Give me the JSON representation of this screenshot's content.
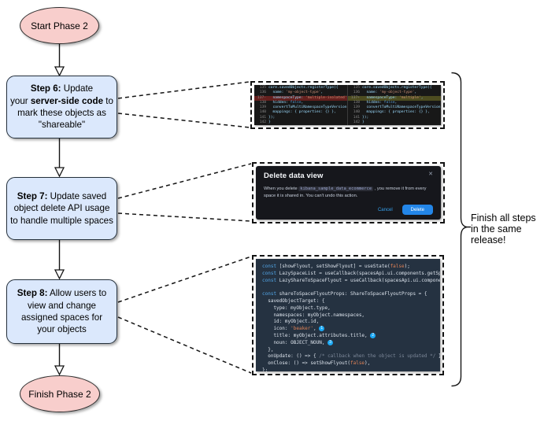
{
  "flow": {
    "start_label": "Start Phase 2",
    "finish_label": "Finish Phase 2",
    "steps": [
      {
        "lines": [
          {
            "pre": "",
            "bold": "Step 6:",
            "post": " Update"
          },
          {
            "pre": "your ",
            "bold": "server-side code",
            "post": " to"
          },
          {
            "pre": "mark these objects as",
            "bold": "",
            "post": ""
          },
          {
            "pre": "\"shareable\"",
            "bold": "",
            "post": ""
          }
        ]
      },
      {
        "lines": [
          {
            "pre": "",
            "bold": "Step 7:",
            "post": " Update saved"
          },
          {
            "pre": "object delete API usage",
            "bold": "",
            "post": ""
          },
          {
            "pre": "to handle multiple spaces",
            "bold": "",
            "post": ""
          }
        ]
      },
      {
        "lines": [
          {
            "pre": "",
            "bold": "Step 8:",
            "post": " Allow users to"
          },
          {
            "pre": "view and change",
            "bold": "",
            "post": ""
          },
          {
            "pre": "assigned spaces for",
            "bold": "",
            "post": ""
          },
          {
            "pre": "your objects",
            "bold": "",
            "post": ""
          }
        ]
      }
    ]
  },
  "note": {
    "lines": [
      "Finish all steps",
      "in the same",
      "release!"
    ]
  },
  "diff": {
    "left": [
      {
        "n": "135",
        "c": "core.savedObjects.registerType({",
        "t": ""
      },
      {
        "n": "136",
        "c": "  name: 'my-object-type',",
        "t": ""
      },
      {
        "n": "137-",
        "c": "  namespaceType: 'multiple-isolated',",
        "t": "del"
      },
      {
        "n": "138",
        "c": "  hidden: false,",
        "t": ""
      },
      {
        "n": "139",
        "c": "  convertToMultiNamespaceTypeVersion: '",
        "t": ""
      },
      {
        "n": "140",
        "c": "  mappings: { properties: {} },",
        "t": ""
      },
      {
        "n": "141",
        "c": "});",
        "t": ""
      },
      {
        "n": "142",
        "c": "}",
        "t": ""
      }
    ],
    "right": [
      {
        "n": "135",
        "c": "core.savedObjects.registerType({",
        "t": ""
      },
      {
        "n": "136",
        "c": "  name: 'my-object-type',",
        "t": ""
      },
      {
        "n": "137+",
        "c": "  namespaceType: 'multiple',",
        "t": "add"
      },
      {
        "n": "138",
        "c": "  hidden: false,",
        "t": ""
      },
      {
        "n": "139",
        "c": "  convertToMultiNamespaceTypeVersion: '",
        "t": ""
      },
      {
        "n": "140",
        "c": "  mappings: { properties: {} },",
        "t": ""
      },
      {
        "n": "141",
        "c": "});",
        "t": ""
      },
      {
        "n": "142",
        "c": "}",
        "t": ""
      }
    ]
  },
  "modal": {
    "title": "Delete data view",
    "close": "✕",
    "body_pre": "When you delete ",
    "body_code": "kibana_sample_data_ecommerce",
    "body_post": " , you remove it from every space it is shared in. You can't undo this action.",
    "cancel_label": "Cancel",
    "delete_label": "Delete"
  },
  "code": {
    "lines": [
      "const [showFlyout, setShowFlyout] = useState(false);",
      "const LazySpaceList = useCallback(spacesApi.ui.components.getSpaceLis",
      "const LazyShareToSpaceFlyout = useCallback(spacesApi.ui.components.ge",
      "",
      "const shareToSpaceFlyoutProps: ShareToSpaceFlyoutProps = {",
      "  savedObjectTarget: {",
      "    type: myObject.type,",
      "    namespaces: myObject.namespaces,",
      "    id: myObject.id,",
      "    icon: 'beaker', {1}",
      "    title: myObject.attributes.title, {2}",
      "    noun: OBJECT_NOUN, {3}",
      "  },",
      "  onUpdate: () => { /* callback when the object is updated */ },",
      "  onClose: () => setShowFlyout(false),",
      "};"
    ]
  },
  "colors": {
    "node_pink": "#f8cecc",
    "node_blue": "#dbe8fc",
    "delete_button_blue": "#2386e8",
    "link_blue": "#36a2ef",
    "badge_blue": "#1ba9f5",
    "diff_removed_bg": "#64201e",
    "diff_added_bg": "#4d4c20"
  }
}
